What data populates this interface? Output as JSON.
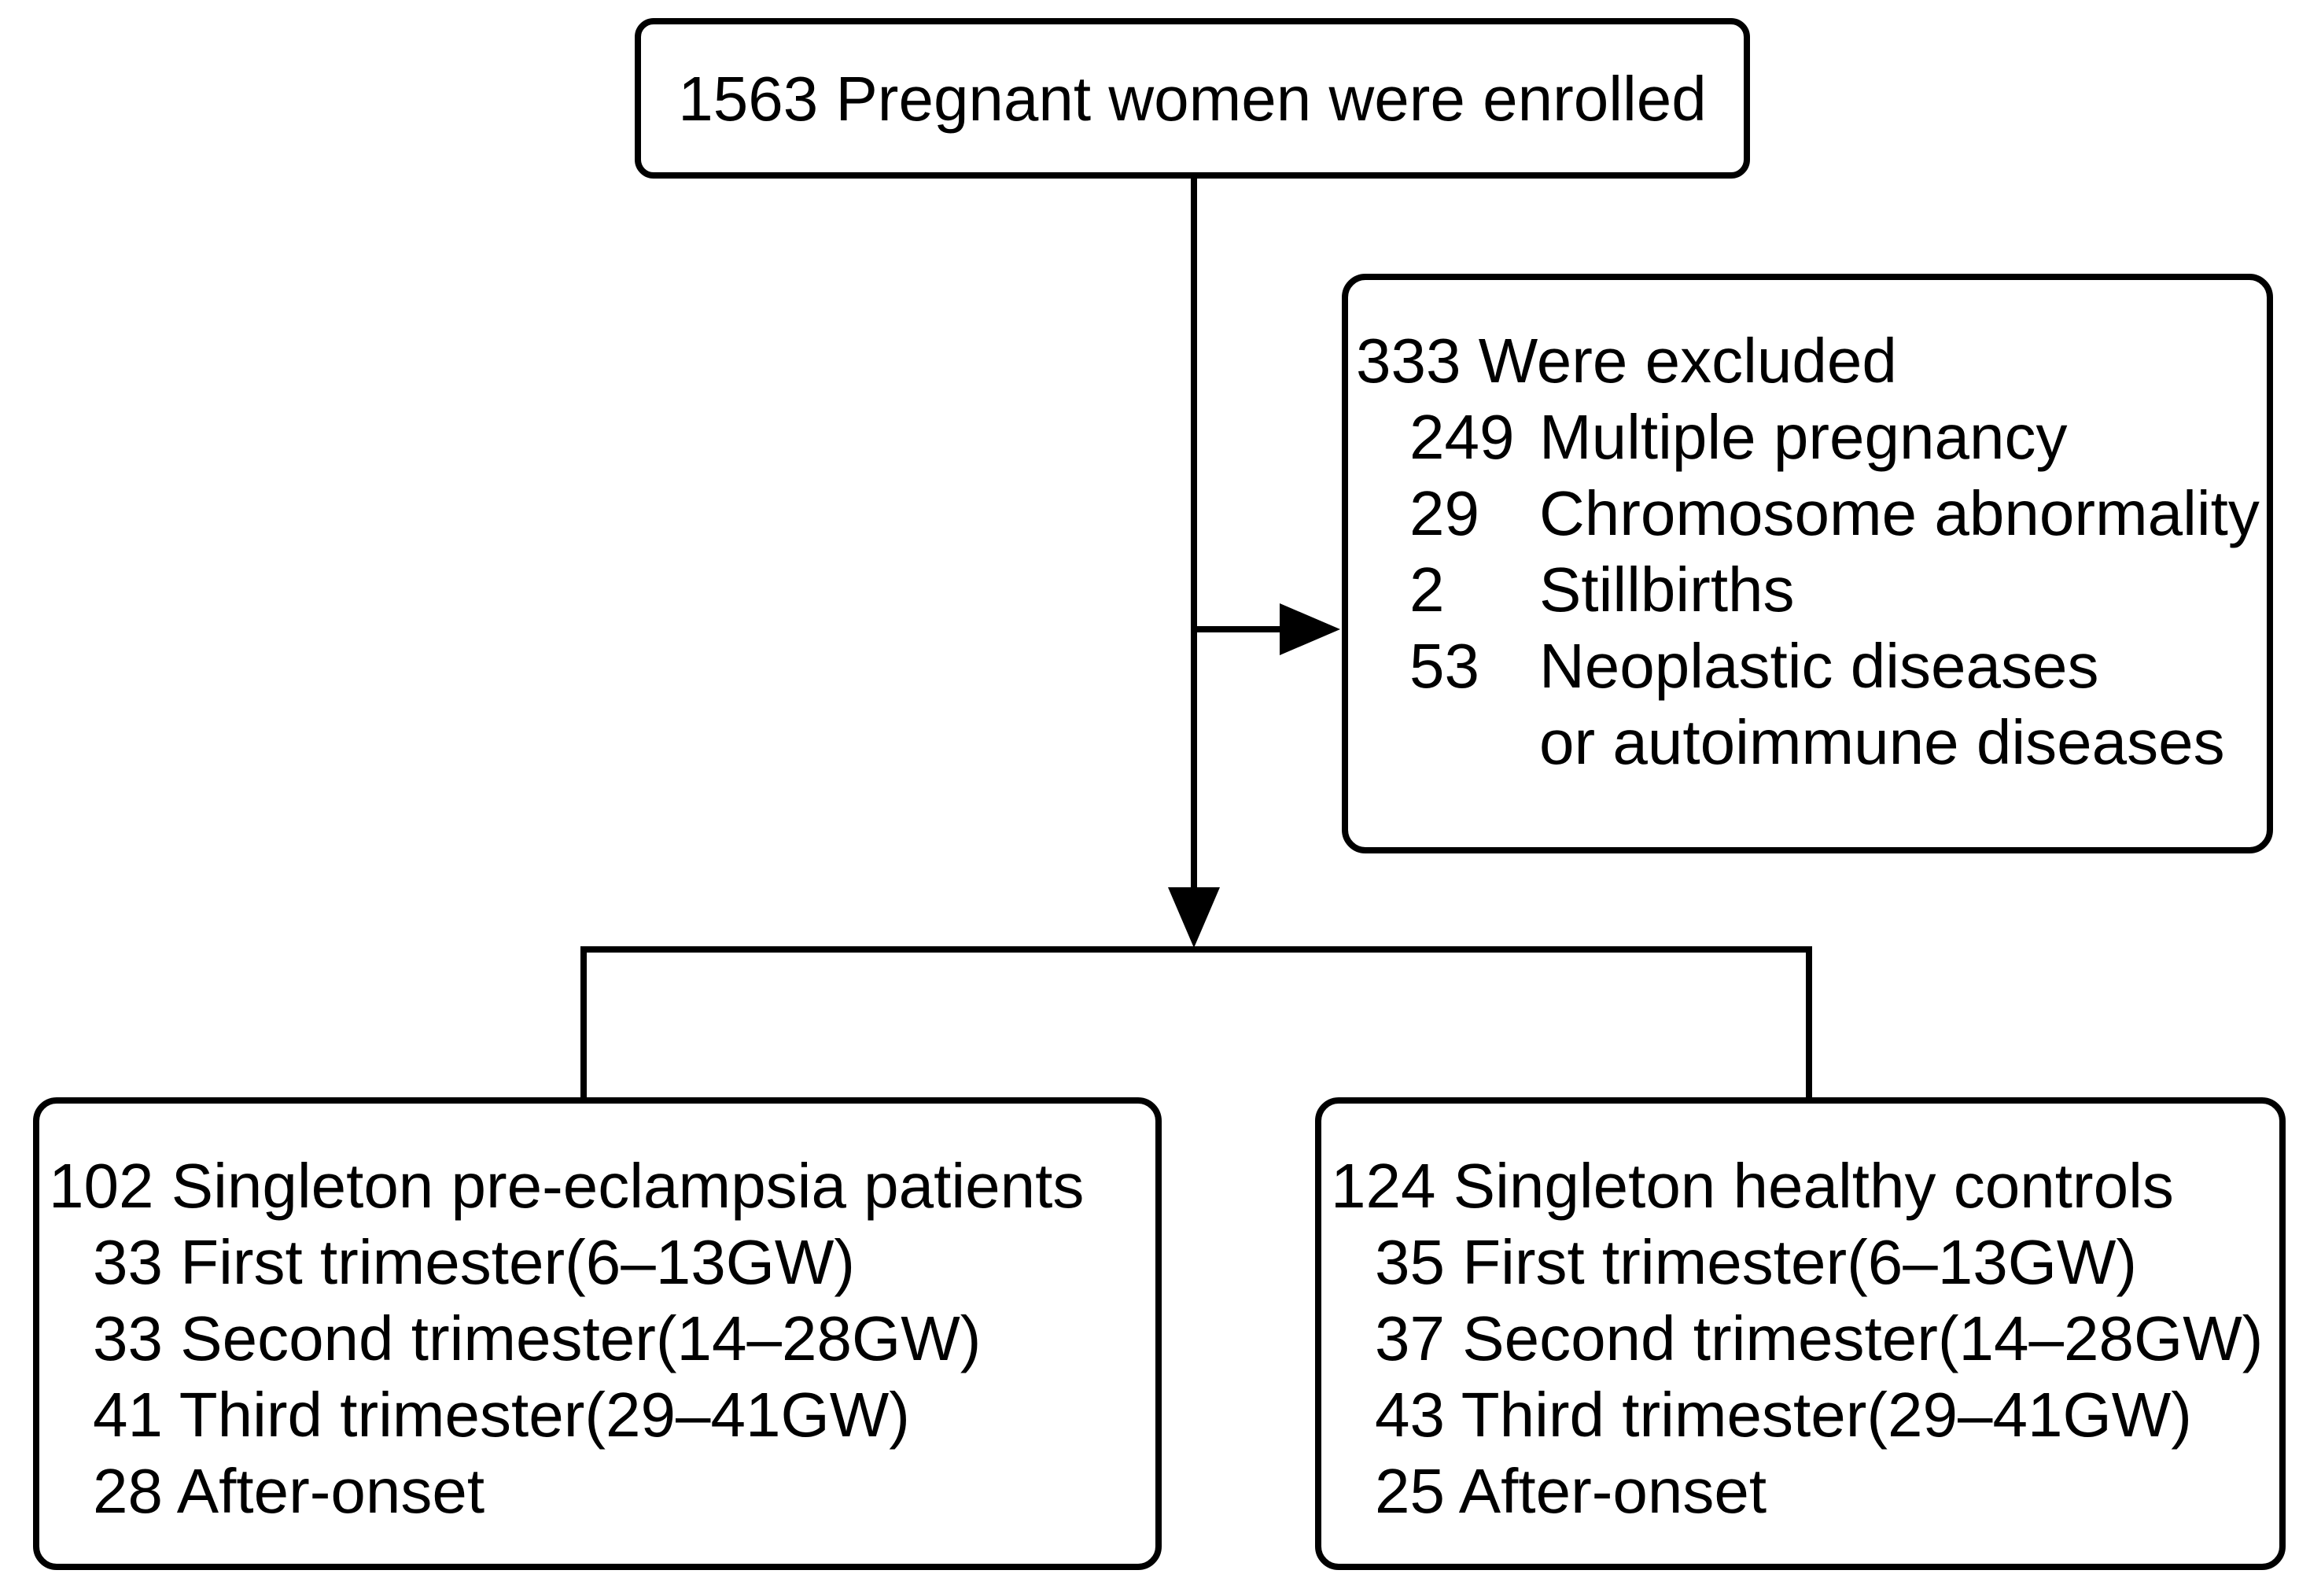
{
  "figure": {
    "background_color": "#ffffff",
    "line_color": "#000000",
    "description": "Study enrollment flowchart of pregnant women"
  },
  "boxes": {
    "enrolled": {
      "text": "1563 Pregnant women were enrolled"
    },
    "excluded": {
      "header": "333 Were excluded",
      "items": [
        {
          "count": "249",
          "label": "Multiple pregnancy"
        },
        {
          "count": "29",
          "label": "Chromosome abnormality"
        },
        {
          "count": "2",
          "label": "Stillbirths"
        },
        {
          "count": "53",
          "label": "Neoplastic diseases"
        },
        {
          "count": "",
          "label": "or autoimmune diseases"
        }
      ]
    },
    "preeclampsia": {
      "header": "102 Singleton pre-eclampsia patients",
      "items": [
        "33 First trimester(6–13GW)",
        "33 Second trimester(14–28GW)",
        "41 Third trimester(29–41GW)",
        "28 After-onset"
      ]
    },
    "controls": {
      "header": "124 Singleton healthy controls",
      "items": [
        "35 First trimester(6–13GW)",
        "37 Second trimester(14–28GW)",
        "43 Third trimester(29–41GW)",
        "25 After-onset"
      ]
    }
  }
}
